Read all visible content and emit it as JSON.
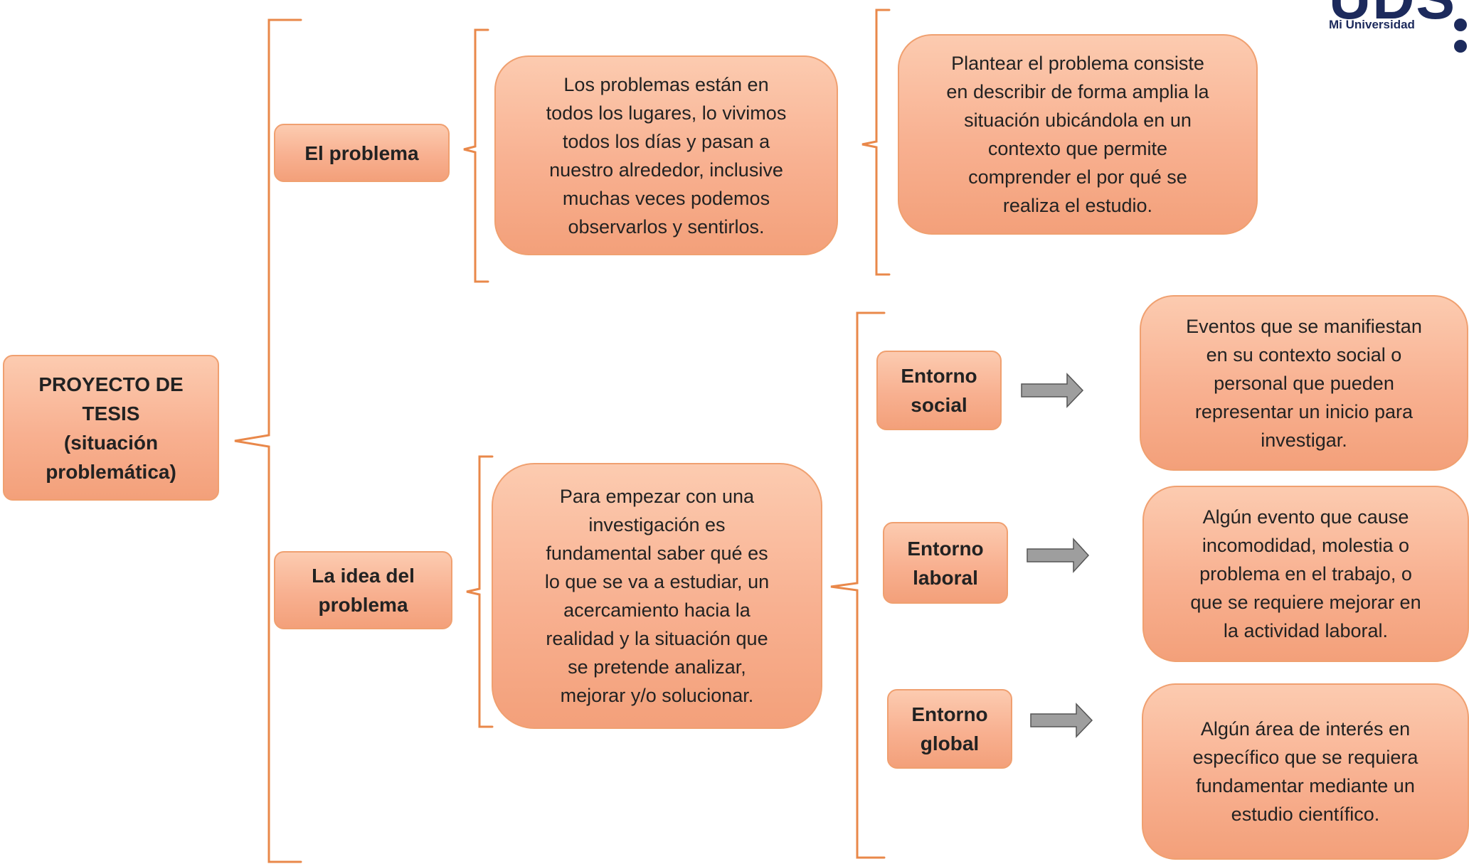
{
  "root": {
    "lines": [
      "PROYECTO DE",
      "TESIS",
      "(situación",
      "problemática)"
    ]
  },
  "el_problema": {
    "label": "El problema",
    "desc": [
      "Los problemas están en",
      "todos los lugares, lo vivimos",
      "todos los días y pasan a",
      "nuestro alrededor, inclusive",
      "muchas veces podemos",
      "observarlos y sentirlos."
    ],
    "definition": [
      "Plantear el problema consiste",
      "en describir de forma amplia la",
      "situación ubicándola en un",
      "contexto que permite",
      "comprender el por qué se",
      "realiza el estudio."
    ]
  },
  "idea": {
    "label": [
      "La idea del",
      "problema"
    ],
    "desc": [
      "Para empezar con una",
      "investigación es",
      "fundamental saber qué es",
      "lo que se va a estudiar, un",
      "acercamiento hacia la",
      "realidad y la situación que",
      "se pretende analizar,",
      "mejorar y/o solucionar."
    ]
  },
  "entornos": [
    {
      "label": [
        "Entorno",
        "social"
      ],
      "desc": [
        "Eventos que se manifiestan",
        "en su contexto social o",
        "personal que pueden",
        "representar un inicio para",
        "investigar."
      ]
    },
    {
      "label": [
        "Entorno",
        "laboral"
      ],
      "desc": [
        "Algún evento que cause",
        "incomodidad, molestia o",
        "problema en el trabajo, o",
        "que se requiere mejorar en",
        "la actividad laboral."
      ]
    },
    {
      "label": [
        "Entorno",
        "global"
      ],
      "desc": [
        "Algún área de interés en",
        "específico que se requiera",
        "fundamentar mediante un",
        "estudio científico."
      ]
    }
  ],
  "logo": {
    "name": "UDS",
    "subtitle": "Mi Universidad"
  },
  "colors": {
    "bracket": "#e9884a",
    "box_border": "#f0a070",
    "box_fill": "#f8b090",
    "arrow": "#9e9e9e",
    "logo": "#1c2a5c"
  }
}
